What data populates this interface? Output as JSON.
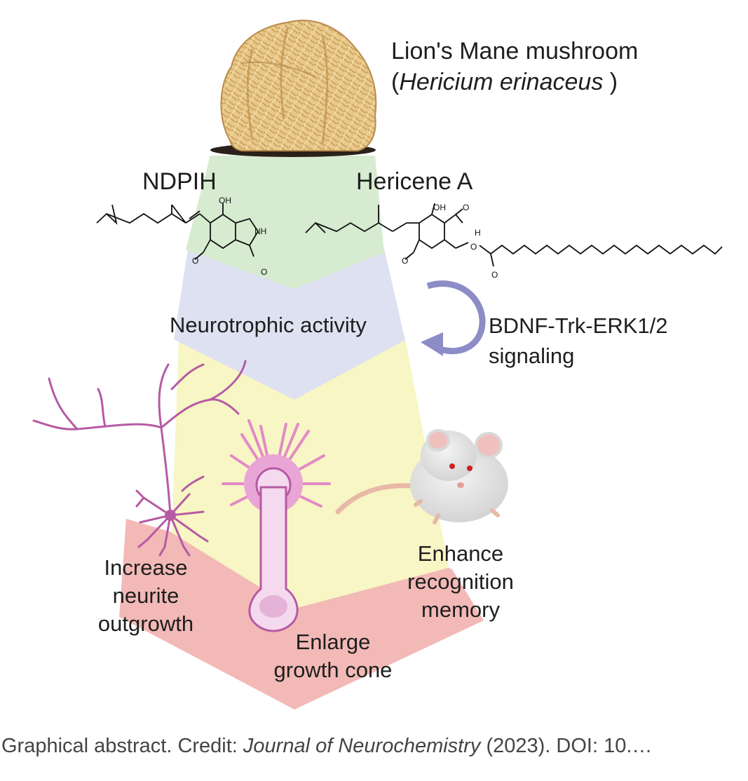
{
  "diagram": {
    "mushroom": {
      "line1": "Lion's Mane mushroom",
      "line2_open": "(",
      "line2_species": "Hericium erinaceus",
      "line2_close": " )"
    },
    "compound_left": "NDPIH",
    "compound_right": "Hericene A",
    "chem_labels": {
      "oh": "OH",
      "nh": "NH",
      "o": "O",
      "h": "H"
    },
    "activity": "Neurotrophic activity",
    "signaling": {
      "line1": "BDNF-Trk-ERK1/2",
      "line2": "signaling"
    },
    "outcomes": {
      "neurite": [
        "Increase",
        "neurite",
        "outgrowth"
      ],
      "cone": [
        "Enlarge",
        "growth cone"
      ],
      "memory": [
        "Enhance",
        "recognition",
        "memory"
      ]
    },
    "colors": {
      "green": "#d6ebcf",
      "blue": "#dde1f1",
      "yellow": "#f7f6c4",
      "red": "#f2b9b6",
      "neuron": "#b65aa4",
      "arrow": "#8c8cc6"
    }
  },
  "caption": {
    "prefix": "Graphical abstract. Credit: ",
    "journal": "Journal of Neurochemistry",
    "suffix": " (2023). DOI: 10.…"
  }
}
